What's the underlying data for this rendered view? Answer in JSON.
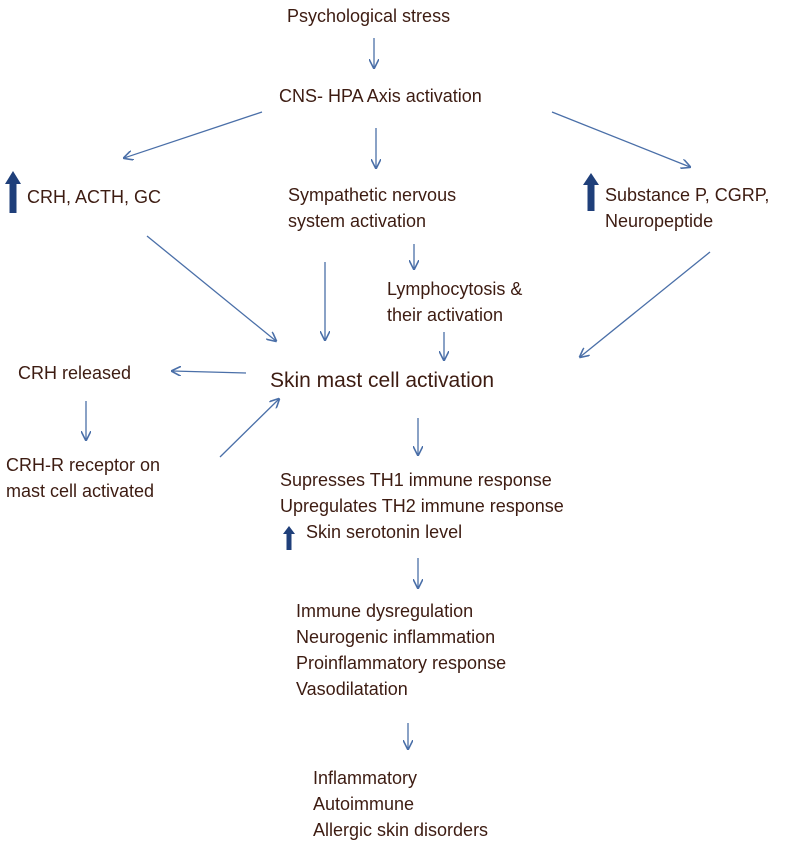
{
  "diagram": {
    "psychological_stress": "Psychological stress",
    "cns_hpa": "CNS- HPA Axis activation",
    "crh_acth_gc": "CRH, ACTH, GC",
    "sympathetic": [
      "Sympathetic  nervous",
      "system activation"
    ],
    "substance_p": [
      "Substance P, CGRP,",
      "Neuropeptide"
    ],
    "lymphocytosis": [
      "Lymphocytosis &",
      "their activation"
    ],
    "crh_released": "CRH released",
    "skin_mast_cell": "Skin mast cell activation",
    "crh_r_receptor": [
      "CRH-R receptor on",
      "mast cell activated"
    ],
    "th_effects": [
      "Supresses TH1 immune response",
      "Upregulates TH2 immune response",
      "Skin serotonin level"
    ],
    "dysregulation": [
      "Immune dysregulation",
      "Neurogenic inflammation",
      "Proinflammatory response",
      "Vasodilatation"
    ],
    "disorders": [
      "Inflammatory",
      "Autoimmune",
      "Allergic  skin disorders"
    ]
  },
  "colors": {
    "arrow": "#4a6fa8",
    "up_arrow": "#1f3f7a",
    "text": "#3d1c12"
  },
  "icons": [
    "up-arrow-icon"
  ]
}
